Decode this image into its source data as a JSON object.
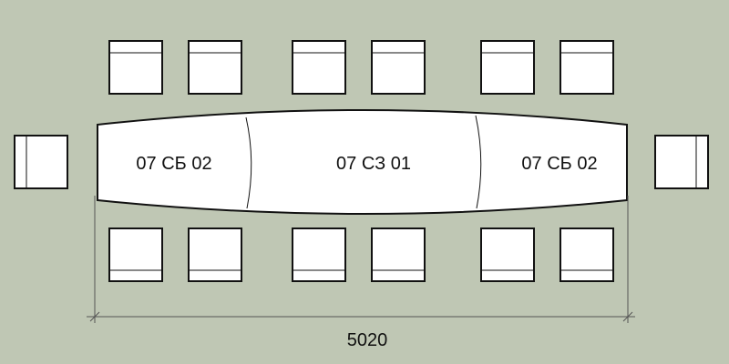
{
  "table": {
    "sections": [
      {
        "label": "07 СБ 02"
      },
      {
        "label": "07 СЗ 01"
      },
      {
        "label": "07 СБ 02"
      }
    ]
  },
  "dimension": {
    "value": "5020"
  },
  "colors": {
    "background": "#bfc7b4",
    "furniture_fill": "#ffffff",
    "outline": "#111111",
    "dimension_line": "#555555"
  }
}
